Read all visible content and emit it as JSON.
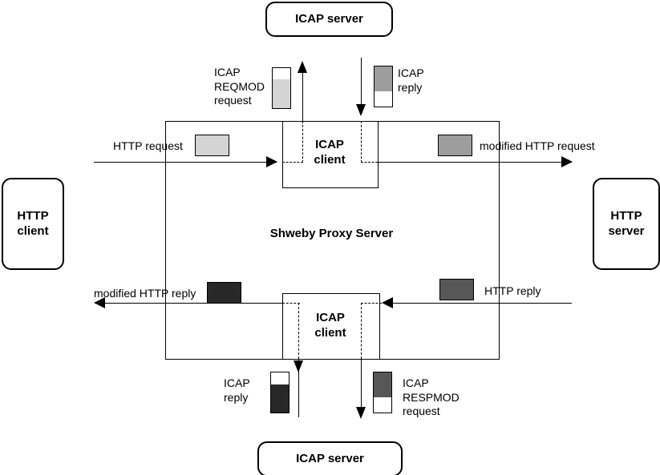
{
  "diagram": {
    "title": "ICAP request/response modification flow through Shweby Proxy Server",
    "nodes": {
      "icap_server_top": "ICAP server",
      "icap_server_bottom": "ICAP server",
      "http_client": "HTTP\nclient",
      "http_server": "HTTP\nserver",
      "proxy": "Shweby Proxy Server",
      "icap_client_top": "ICAP\nclient",
      "icap_client_bottom": "ICAP\nclient"
    },
    "labels": {
      "icap_reqmod_request": "ICAP\nREQMOD\nrequest",
      "icap_reply_top": "ICAP\nreply",
      "http_request": "HTTP request",
      "modified_http_request": "modified HTTP request",
      "modified_http_reply": "modified HTTP reply",
      "http_reply": "HTTP reply",
      "icap_reply_bottom": "ICAP\nreply",
      "icap_respmod_request": "ICAP\nRESPMOD\nrequest"
    },
    "colors": {
      "light_gray": "#d4d4d4",
      "medium_gray": "#9d9d9d",
      "dark_gray": "#575757",
      "near_black": "#282828",
      "white": "#ffffff",
      "stroke": "#000000"
    },
    "swatches": {
      "icap_reqmod_request": {
        "top": "#ffffff",
        "bottom": "#d4d4d4",
        "top_fraction": 0.28
      },
      "icap_reply_top": {
        "top": "#9d9d9d",
        "bottom": "#ffffff",
        "top_fraction": 0.62
      },
      "http_request": {
        "fill": "#d4d4d4"
      },
      "modified_http_request": {
        "fill": "#9d9d9d"
      },
      "modified_http_reply": {
        "fill": "#282828"
      },
      "http_reply": {
        "fill": "#575757"
      },
      "icap_reply_bottom": {
        "top": "#ffffff",
        "bottom": "#282828",
        "top_fraction": 0.3
      },
      "icap_respmod_request": {
        "top": "#575757",
        "bottom": "#ffffff",
        "top_fraction": 0.62
      }
    }
  }
}
